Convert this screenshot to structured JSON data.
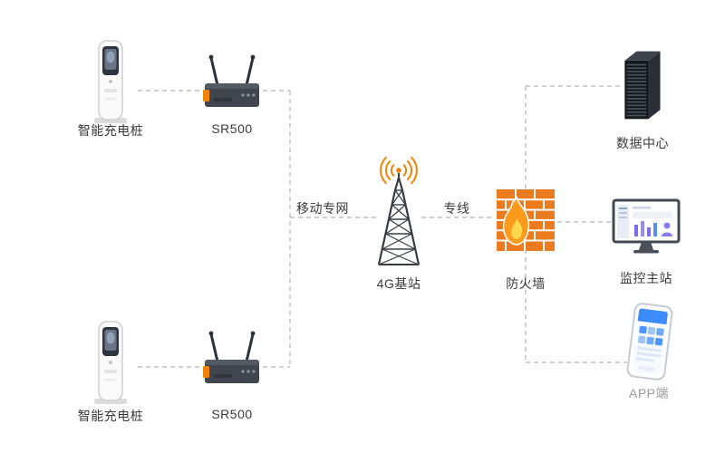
{
  "diagram": {
    "nodes": {
      "charger_top": {
        "label": "智能充电桩"
      },
      "router_top": {
        "label": "SR500"
      },
      "charger_bottom": {
        "label": "智能充电桩"
      },
      "router_bottom": {
        "label": "SR500"
      },
      "base_station": {
        "label": "4G基站"
      },
      "firewall": {
        "label": "防火墙"
      },
      "data_center": {
        "label": "数据中心"
      },
      "monitor_station": {
        "label": "监控主站"
      },
      "app": {
        "label": "APP端"
      }
    },
    "links": {
      "mobile_private_network": {
        "label": "移动专网"
      },
      "dedicated_line": {
        "label": "专线"
      }
    },
    "colors": {
      "connector": "#b5b5b5",
      "accent_orange": "#f08300",
      "label_text": "#3a3a3a",
      "label_text_muted": "#9a9a9a"
    }
  }
}
